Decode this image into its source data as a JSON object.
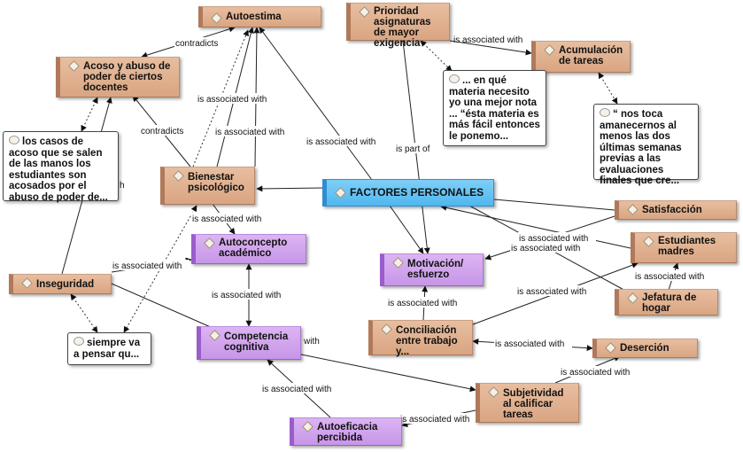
{
  "nodes": {
    "autoestima": "Autoestima",
    "prioridad": "Prioridad asignaturas de mayor exigencia",
    "acumulacion": "Acumulación de tareas",
    "acoso": "Acoso y abuso de poder de ciertos docentes",
    "quote_materia": "... en qué materia necesito yo una mejor nota ... “ésta materia es más fácil entonces le ponemo...",
    "quote_amanecernos": "“ nos toca amanecernos al menos las dos últimas semanas previas a las evaluaciones finales que cre...",
    "quote_acoso": "los casos de acoso que se salen de las manos los estudiantes son acosados por el abuso de poder de...",
    "bienestar": "Bienestar psicológico",
    "factores": "FACTORES PERSONALES",
    "satisfaccion": "Satisfacción",
    "autoconcepto": "Autoconcepto académico",
    "estudiantes_madres": "Estudiantes madres",
    "inseguridad": "Inseguridad",
    "motivacion": "Motivación/ esfuerzo",
    "jefatura": "Jefatura de hogar",
    "conciliacion": "Conciliación entre trabajo y...",
    "quote_siempre": "siempre va a pensar qu...",
    "competencia": "Competencia cognitiva",
    "desercion": "Deserción",
    "subjetividad": "Subjetividad al calificar tareas",
    "autoeficacia": "Autoeficacia percibida"
  },
  "edge_labels": {
    "contradicts_1": "contradicts",
    "contradicts_2": "contradicts",
    "assoc_acumulacion": "is associated with",
    "assoc_autoestima_1": "is associated with",
    "assoc_autoestima_2": "is associated with",
    "assoc_factores_autoestima": "is associated with",
    "part_of": "is part of",
    "assoc_bienestar_autoconcepto": "is associated with",
    "assoc_inseguridad": "is associated with",
    "assoc_satisfaccion": "is associated with",
    "assoc_madres": "is associated with",
    "assoc_jefatura": "is associated with",
    "assoc_conciliacion_jefatura": "is associated with",
    "assoc_competencia_autoconcepto": "is associated with",
    "assoc_motivacion_conciliacion": "is associated with",
    "with_competencia": "with",
    "assoc_desercion": "is associated with",
    "assoc_subjetividad_desercion": "is associated with",
    "assoc_autoeficacia": "is associated with",
    "assoc_subjetividad_autoeficacia": "is associated with",
    "stub_h": "h"
  }
}
